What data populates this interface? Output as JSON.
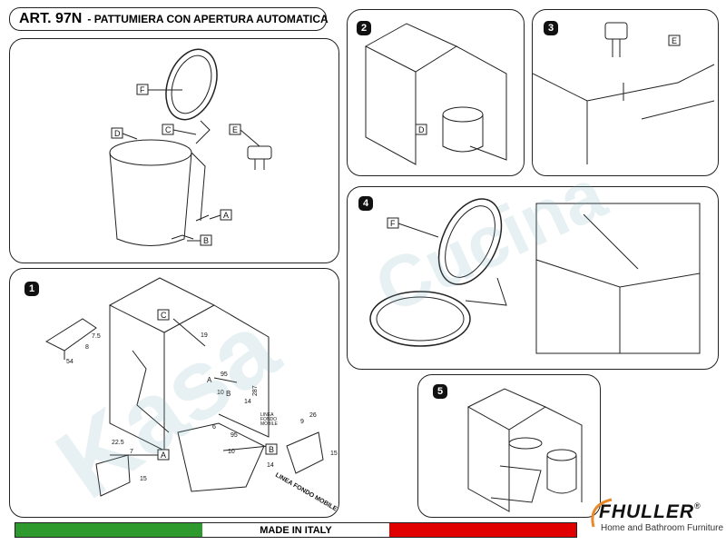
{
  "header": {
    "article": "ART. 97N",
    "subtitle": "- PATTUMIERA CON APERTURA AUTOMATICA"
  },
  "overview": {
    "labels": [
      "F",
      "D",
      "C",
      "E",
      "A",
      "B"
    ]
  },
  "step1": {
    "number": "1",
    "labels": {
      "c": "C",
      "a": "A",
      "b": "B",
      "a2": "A",
      "b2": "B"
    },
    "dims": {
      "d75": "7.5",
      "d8": "8",
      "d54": "54",
      "d19": "19",
      "d95": "95",
      "d10": "10",
      "d14": "14",
      "d287": "287",
      "d225": "22.5",
      "d7": "7",
      "d15": "15",
      "d6": "6",
      "d95b": "95",
      "d10b": "10",
      "d14b": "14",
      "d26": "26",
      "d9": "9",
      "d15b": "15"
    },
    "linea1": "LINEA",
    "linea2": "FONDO",
    "linea3": "MOBILE",
    "baseline_note": "LINEA FONDO MOBILE"
  },
  "step2": {
    "number": "2",
    "label": "D"
  },
  "step3": {
    "number": "3",
    "label": "E"
  },
  "step4": {
    "number": "4",
    "label": "F"
  },
  "step5": {
    "number": "5"
  },
  "footer": {
    "made_in": "MADE IN ITALY",
    "flag_colors": [
      "#2e9a2e",
      "#ffffff",
      "#e00000"
    ],
    "brand": "FHULLER",
    "registered": "®",
    "tagline": "Home and Bathroom Furniture",
    "swoosh_color": "#e8892a"
  },
  "watermark": {
    "text1": "Kasa",
    "text2": "Cucina"
  }
}
